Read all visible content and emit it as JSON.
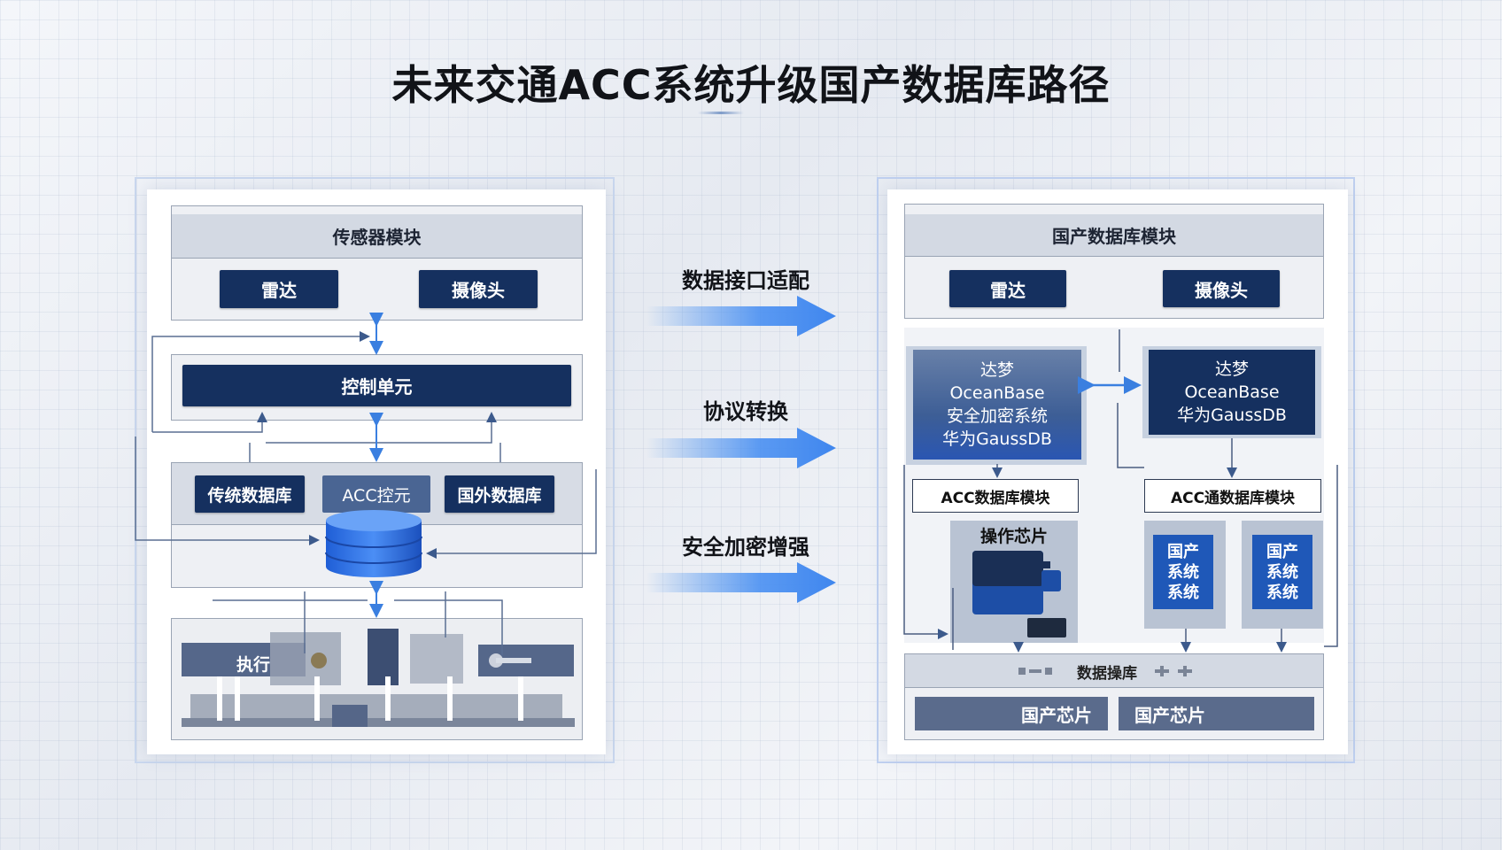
{
  "title": "未来交通ACC系统升级国产数据库路径",
  "left_panel": {
    "sensor_module": "传感器模块",
    "radar": "雷达",
    "camera": "摄像头",
    "control_unit": "控制单元",
    "traditional_db": "传统数据库",
    "acc_control": "ACC控元",
    "foreign_db": "国外数据库",
    "actuator": "执行"
  },
  "middle": {
    "steps": [
      "数据接口适配",
      "协议转换",
      "安全加密增强"
    ]
  },
  "right_panel": {
    "domestic_module": "国产数据库模块",
    "radar": "雷达",
    "camera": "摄像头",
    "db_card_left": [
      "达梦",
      "OceanBase",
      "安全加密系统",
      "华为GaussDB"
    ],
    "db_card_right": [
      "达梦",
      "OceanBase",
      "华为GaussDB"
    ],
    "acc_db_left": "ACC数据库模块",
    "acc_db_right": "ACC通数据库模块",
    "op_chip": "操作芯片",
    "chip_a": [
      "国产",
      "系统",
      "系统"
    ],
    "chip_b": [
      "国产",
      "系统",
      "系统"
    ],
    "bottom_bar": "数据操库",
    "domestic_chip_1": "国产芯片",
    "domestic_chip_2": "国产芯片"
  },
  "colors": {
    "navy": "#15305f",
    "mid_blue": "#4a6593",
    "accent_blue": "#3f8cf0",
    "chip_blue": "#1f58b8"
  }
}
